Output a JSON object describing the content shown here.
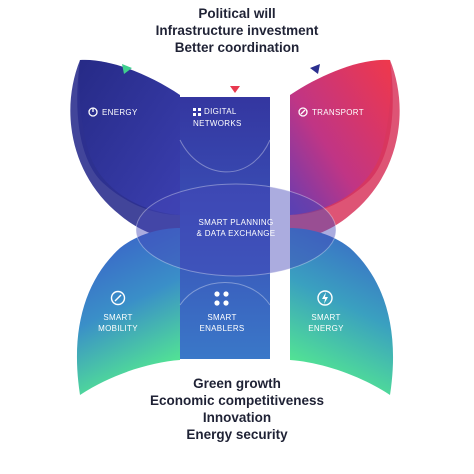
{
  "top_headings": [
    "Political will",
    "Infrastructure investment",
    "Better coordination"
  ],
  "bottom_headings": [
    "Green growth",
    "Economic competitiveness",
    "Innovation",
    "Energy security"
  ],
  "segments": {
    "energy": {
      "label": "ENERGY",
      "icon": "power-icon"
    },
    "digital_networks": {
      "line1": "DIGITAL",
      "line2": "NETWORKS",
      "icon": "grid-dots-icon"
    },
    "transport": {
      "label": "TRANSPORT",
      "icon": "compass-icon"
    },
    "center": {
      "line1": "SMART PLANNING",
      "line2": "& DATA EXCHANGE"
    },
    "smart_mobility": {
      "line1": "SMART",
      "line2": "MOBILITY",
      "icon": "compass-icon"
    },
    "smart_enablers": {
      "line1": "SMART",
      "line2": "ENABLERS",
      "icon": "nodes-icon"
    },
    "smart_energy": {
      "line1": "SMART",
      "line2": "ENERGY",
      "icon": "bolt-icon"
    }
  },
  "colors": {
    "navy": "#2b2f8f",
    "indigo": "#3a3ea8",
    "red": "#e8394f",
    "magenta": "#b0347f",
    "blue": "#3a6fd0",
    "green": "#4ed69a",
    "teal": "#3bc0b0",
    "text": "#1f2235"
  }
}
